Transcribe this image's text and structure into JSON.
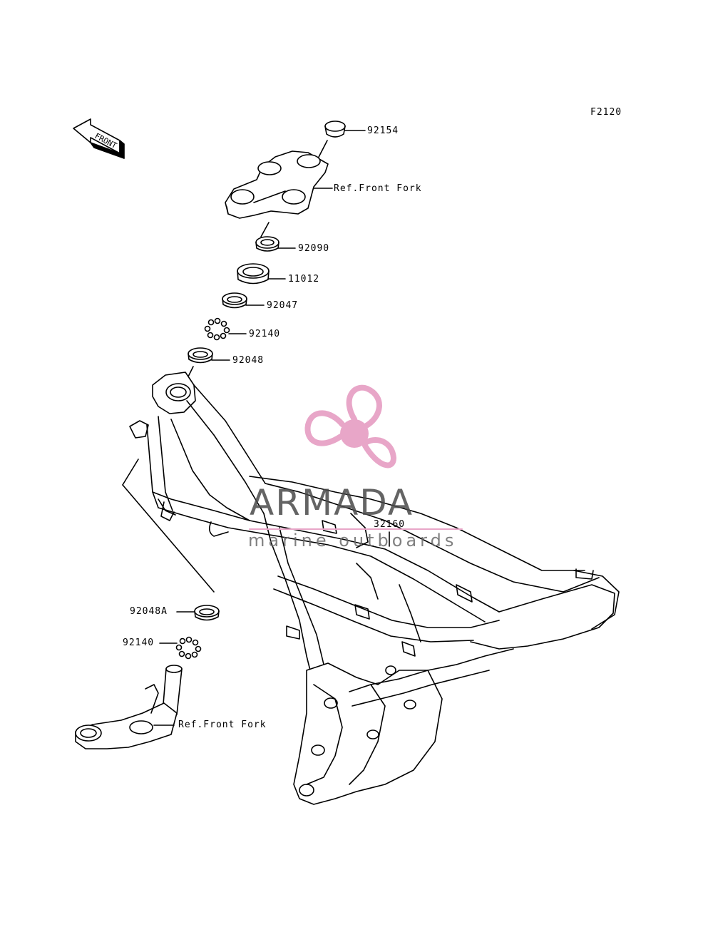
{
  "diagram": {
    "code": "F2120",
    "front_label": "FRONT",
    "parts": [
      {
        "id": "92154"
      },
      {
        "id": "Ref.Front Fork"
      },
      {
        "id": "92090"
      },
      {
        "id": "11012"
      },
      {
        "id": "92047"
      },
      {
        "id": "92140"
      },
      {
        "id": "92048"
      },
      {
        "id": "32160"
      },
      {
        "id": "92048A"
      },
      {
        "id": "92140"
      },
      {
        "id": "Ref.Front Fork"
      }
    ]
  },
  "watermark": {
    "brand": "ARMADA",
    "tagline": "marine outboards",
    "colors": {
      "logo": "#e8a6c8",
      "text": "#4a4a4a"
    }
  },
  "line_color": "#000000"
}
